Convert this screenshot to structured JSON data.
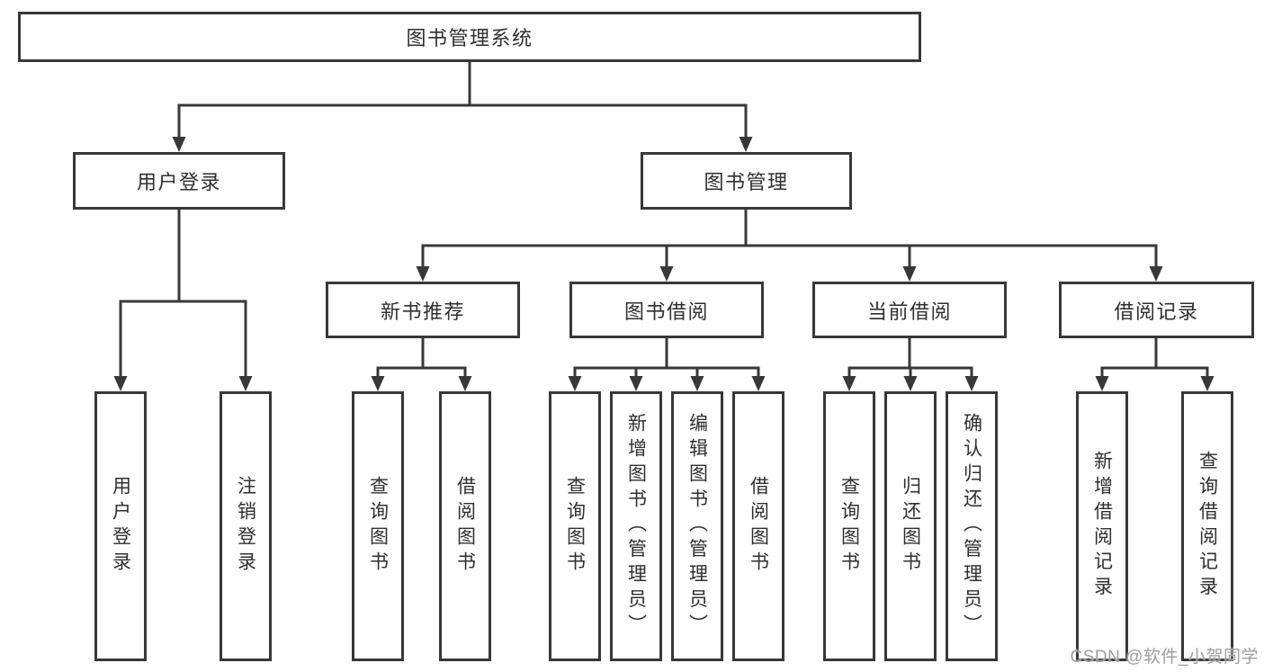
{
  "tree": {
    "label": "图书管理系统",
    "children": [
      {
        "label": "用户登录",
        "children": [
          {
            "label": "用户登录"
          },
          {
            "label": "注销登录"
          }
        ]
      },
      {
        "label": "图书管理",
        "children": [
          {
            "label": "新书推荐",
            "children": [
              {
                "label": "查询图书"
              },
              {
                "label": "借阅图书"
              }
            ]
          },
          {
            "label": "图书借阅",
            "children": [
              {
                "label": "查询图书"
              },
              {
                "label": "新增图书（管理员）"
              },
              {
                "label": "编辑图书（管理员）"
              },
              {
                "label": "借阅图书"
              }
            ]
          },
          {
            "label": "当前借阅",
            "children": [
              {
                "label": "查询图书"
              },
              {
                "label": "归还图书"
              },
              {
                "label": "确认归还（管理员）"
              }
            ]
          },
          {
            "label": "借阅记录",
            "children": [
              {
                "label": "新增借阅记录"
              },
              {
                "label": "查询借阅记录"
              }
            ]
          }
        ]
      }
    ]
  },
  "watermark": {
    "text": "CSDN @软件_小贺同学",
    "color": "#9d9d9d"
  },
  "colors": {
    "line": "#383838",
    "box_border": "#383838",
    "text": "#2f2f2f",
    "background": "#ffffff"
  }
}
